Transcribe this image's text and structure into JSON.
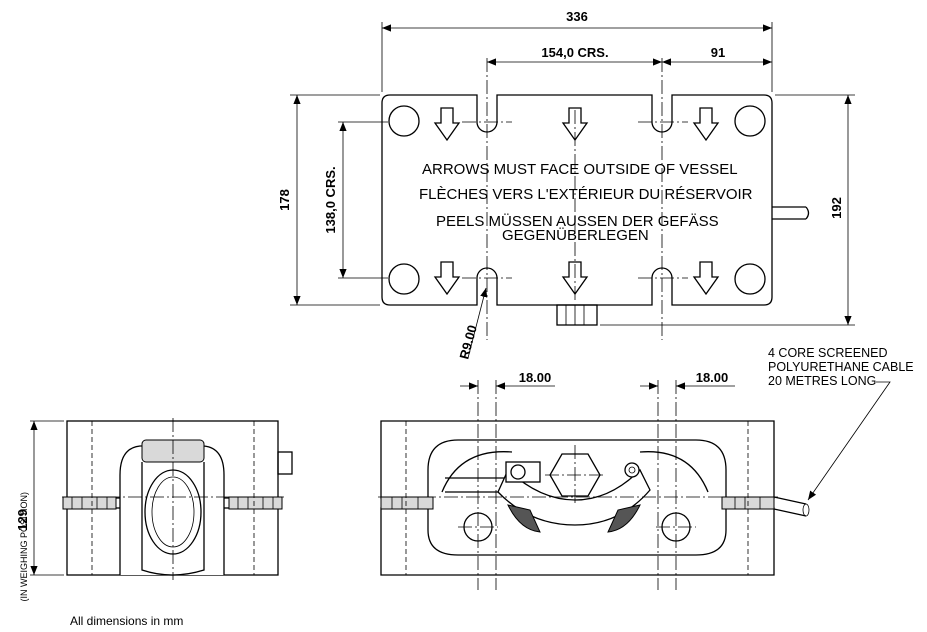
{
  "dimensions": {
    "width_total": "336",
    "holes_crs_horizontal": "154,0 CRS.",
    "edge_offset": "91",
    "height_total": "178",
    "holes_crs_vertical": "138,0 CRS.",
    "height_right": "192",
    "radius": "R9.00",
    "slot_left": "18.00",
    "slot_right": "18.00",
    "side_height": "129",
    "side_height_note": "(IN WEIGHING POSITION)"
  },
  "notes": {
    "en": "ARROWS MUST FACE OUTSIDE OF VESSEL",
    "fr": "FLÈCHES VERS L'EXTÉRIEUR DU RÉSERVOIR",
    "de_line1": "PEELS MÜSSEN AUSSEN DER GEFÄSS",
    "de_line2": "GEGENÜBERLEGEN"
  },
  "cable": {
    "line1": "4 CORE SCREENED",
    "line2": "POLYURETHANE CABLE",
    "line3": "20 METRES LONG"
  },
  "footer": "All dimensions in mm"
}
